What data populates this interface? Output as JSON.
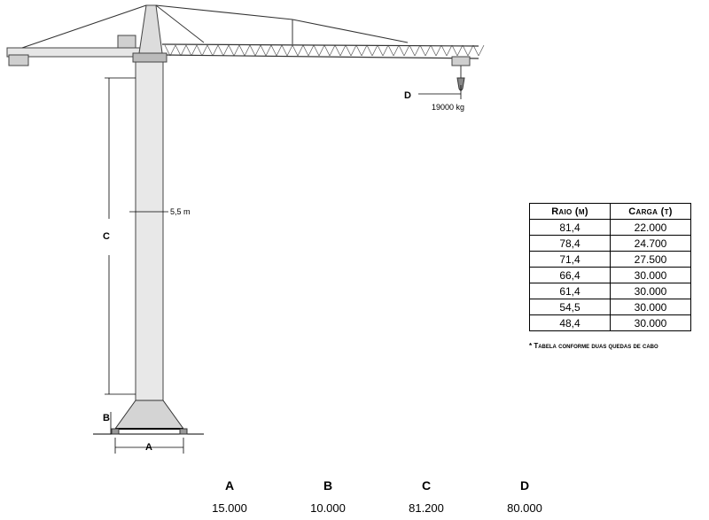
{
  "diagram": {
    "labels": {
      "a": "A",
      "b": "B",
      "c": "C",
      "d": "D",
      "hook_load": "19000 kg",
      "mast_width": "5,5 m"
    },
    "table": {
      "headers": [
        "Raio (m)",
        "Carga (t)"
      ],
      "rows": [
        [
          "81,4",
          "22.000"
        ],
        [
          "78,4",
          "24.700"
        ],
        [
          "71,4",
          "27.500"
        ],
        [
          "66,4",
          "30.000"
        ],
        [
          "61,4",
          "30.000"
        ],
        [
          "54,5",
          "30.000"
        ],
        [
          "48,4",
          "30.000"
        ]
      ],
      "note": "* Tabela conforme duas quedas de cabo"
    },
    "dimensions": [
      {
        "key": "A",
        "value": "15.000"
      },
      {
        "key": "B",
        "value": "10.000"
      },
      {
        "key": "C",
        "value": "81.200"
      },
      {
        "key": "D",
        "value": "80.000"
      }
    ],
    "colors": {
      "line": "#000000",
      "structure": "#555555",
      "fill": "#d9d9d9"
    }
  }
}
